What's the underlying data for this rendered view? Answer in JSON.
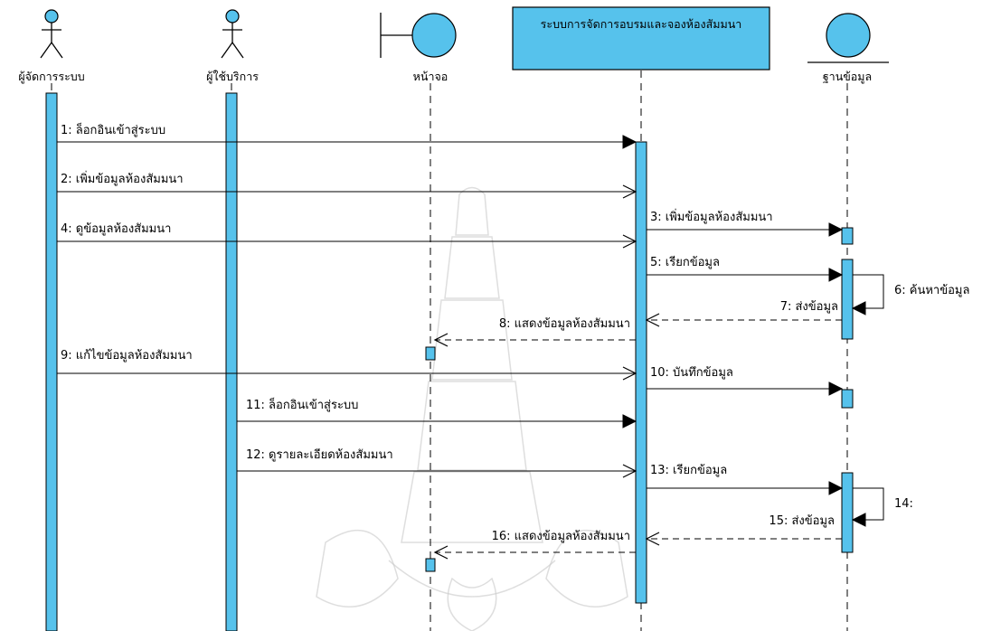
{
  "colors": {
    "lifeline_fill": "#56c2ec",
    "line": "#000000"
  },
  "participants": [
    {
      "id": "admin",
      "kind": "actor",
      "label": "ผู้จัดการระบบ"
    },
    {
      "id": "user",
      "kind": "actor",
      "label": "ผู้ใช้บริการ"
    },
    {
      "id": "screen",
      "kind": "boundary",
      "label": "หน้าจอ"
    },
    {
      "id": "system",
      "kind": "control",
      "label": "ระบบการจัดการอบรมและจองห้องสัมมนา"
    },
    {
      "id": "db",
      "kind": "entity",
      "label": "ฐานข้อมูล"
    }
  ],
  "messages": [
    {
      "label": "1: ล็อกอินเข้าสู่ระบบ",
      "from": "admin",
      "to": "system",
      "type": "sync"
    },
    {
      "label": "2: เพิ่มข้อมูลห้องสัมมนา",
      "from": "admin",
      "to": "system",
      "type": "async"
    },
    {
      "label": "3: เพิ่มข้อมูลห้องสัมมนา",
      "from": "system",
      "to": "db",
      "type": "sync"
    },
    {
      "label": "4: ดูข้อมูลห้องสัมมนา",
      "from": "admin",
      "to": "system",
      "type": "async"
    },
    {
      "label": "5: เรียกข้อมูล",
      "from": "system",
      "to": "db",
      "type": "sync"
    },
    {
      "label": "6: ค้นหาข้อมูล",
      "from": "db",
      "to": "db",
      "type": "self"
    },
    {
      "label": "7: ส่งข้อมูล",
      "from": "db",
      "to": "system",
      "type": "return"
    },
    {
      "label": "8: แสดงข้อมูลห้องสัมมนา",
      "from": "system",
      "to": "screen",
      "type": "return"
    },
    {
      "label": "9: แก้ไขข้อมูลห้องสัมมนา",
      "from": "admin",
      "to": "system",
      "type": "async"
    },
    {
      "label": "10: บันทึกข้อมูล",
      "from": "system",
      "to": "db",
      "type": "sync"
    },
    {
      "label": "11: ล็อกอินเข้าสู่ระบบ",
      "from": "user",
      "to": "system",
      "type": "sync"
    },
    {
      "label": "12: ดูรายละเอียดห้องสัมมนา",
      "from": "user",
      "to": "system",
      "type": "async"
    },
    {
      "label": "13: เรียกข้อมูล",
      "from": "system",
      "to": "db",
      "type": "sync"
    },
    {
      "label": "14:",
      "from": "db",
      "to": "db",
      "type": "self"
    },
    {
      "label": "15: ส่งข้อมูล",
      "from": "db",
      "to": "system",
      "type": "return"
    },
    {
      "label": "16: แสดงข้อมูลห้องสัมมนา",
      "from": "system",
      "to": "screen",
      "type": "return"
    }
  ]
}
